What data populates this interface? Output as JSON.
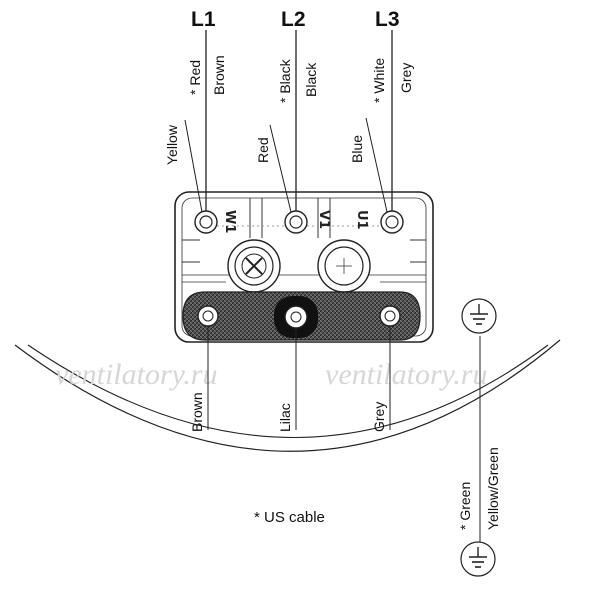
{
  "supply": {
    "l1": "L1",
    "l2": "L2",
    "l3": "L3"
  },
  "wires": {
    "l1_us": "* Red",
    "l1_std": "Brown",
    "l2_us": "* Black",
    "l2_std": "Black",
    "l3_us": "* White",
    "l3_std": "Grey"
  },
  "leads": {
    "yellow": "Yellow",
    "red": "Red",
    "blue": "Blue"
  },
  "terminals": {
    "w1": "W1",
    "v1": "V1",
    "u1": "U1"
  },
  "bottom": {
    "brown": "Brown",
    "lilac": "Lilac",
    "grey": "Grey"
  },
  "earth": {
    "us": "* Green",
    "std": "Yellow/Green"
  },
  "note": "* US cable",
  "watermarks": [
    "ventilatory.ru",
    "ventilatory.ru"
  ]
}
